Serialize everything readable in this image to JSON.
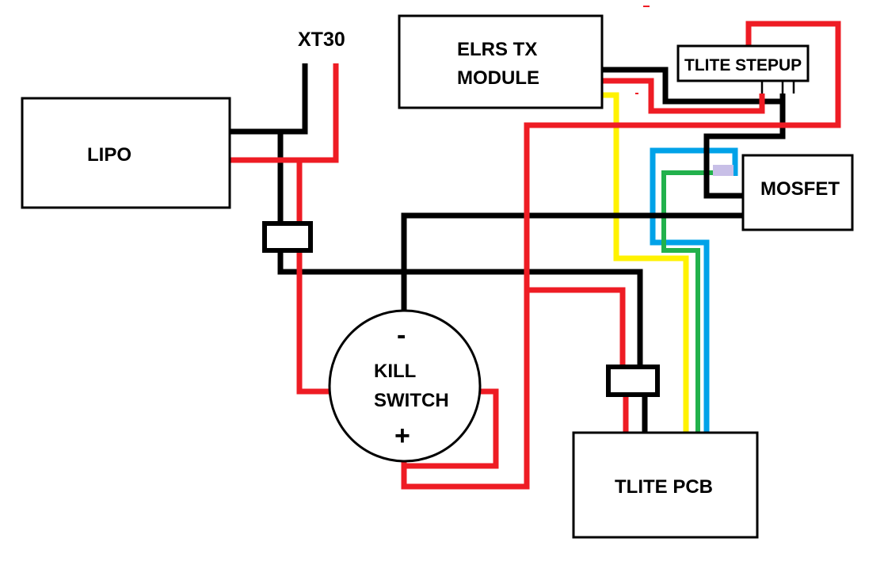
{
  "labels": {
    "xt30": "XT30",
    "lipo": "LIPO",
    "elrs_line1": "ELRS TX",
    "elrs_line2": "MODULE",
    "stepup": "TLITE STEPUP",
    "mosfet": "MOSFET",
    "kill_line1": "KILL",
    "kill_line2": "SWITCH",
    "minus": "-",
    "plus": "+",
    "pcb": "TLITE PCB"
  },
  "colors": {
    "black_wire": "#000000",
    "red_wire": "#ee1c24",
    "yellow_wire": "#fff200",
    "green_wire": "#22b14c",
    "blue_wire": "#00a2e8",
    "resistor": "#c8bfe7"
  }
}
